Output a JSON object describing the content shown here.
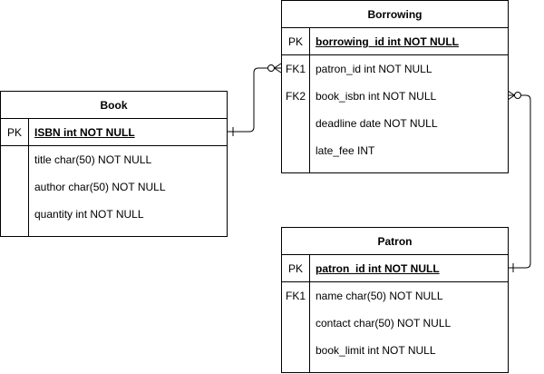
{
  "diagram": {
    "tables": {
      "borrowing": {
        "title": "Borrowing",
        "pk": {
          "key": "PK",
          "field": "borrowing_id int NOT NULL"
        },
        "rows": [
          {
            "key": "FK1",
            "field": "patron_id int NOT NULL"
          },
          {
            "key": "FK2",
            "field": "book_isbn int NOT NULL"
          },
          {
            "key": "",
            "field": "deadline date NOT NULL"
          },
          {
            "key": "",
            "field": "late_fee INT"
          }
        ]
      },
      "book": {
        "title": "Book",
        "pk": {
          "key": "PK",
          "field": "ISBN int NOT NULL"
        },
        "rows": [
          {
            "key": "",
            "field": "title char(50) NOT NULL"
          },
          {
            "key": "",
            "field": "author char(50) NOT NULL"
          },
          {
            "key": "",
            "field": "quantity int NOT NULL"
          }
        ]
      },
      "patron": {
        "title": "Patron",
        "pk": {
          "key": "PK",
          "field": "patron_id int NOT NULL"
        },
        "rows": [
          {
            "key": "FK1",
            "field": "name char(50) NOT NULL"
          },
          {
            "key": "",
            "field": "contact char(50) NOT NULL"
          },
          {
            "key": "",
            "field": "book_limit int NOT NULL"
          }
        ]
      }
    },
    "relationships": [
      {
        "from": "Book",
        "to": "Borrowing",
        "from_cardinality": "one",
        "to_cardinality": "zero-or-many"
      },
      {
        "from": "Patron",
        "to": "Borrowing",
        "from_cardinality": "one",
        "to_cardinality": "zero-or-many"
      }
    ],
    "line_color": "#000000",
    "background": "#ffffff"
  }
}
